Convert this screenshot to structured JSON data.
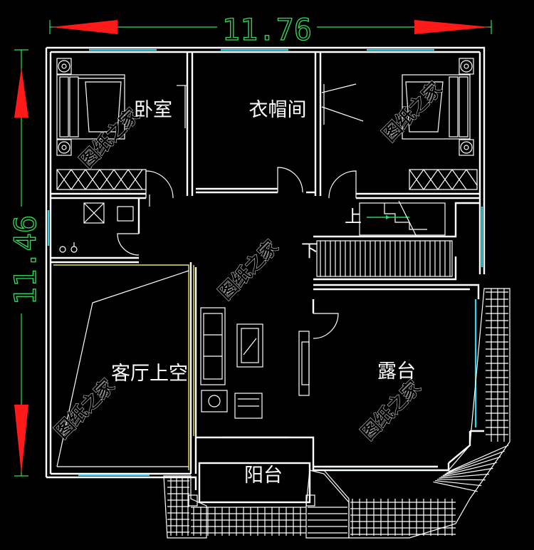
{
  "dimensions": {
    "width_label": "11.76",
    "height_label": "11.46"
  },
  "rooms": {
    "bedroom_left": "卧室",
    "closet": "衣帽间",
    "living_void": "客厅上空",
    "terrace": "露台",
    "balcony": "阳台",
    "stair_up": "上",
    "stair_down": "下"
  },
  "watermark": "图纸之家",
  "colors": {
    "wall": "#ffffff",
    "window": "#2fd4e8",
    "dimension": "#2fe05a",
    "arrow": "#ff1a1a",
    "background": "#000000"
  }
}
